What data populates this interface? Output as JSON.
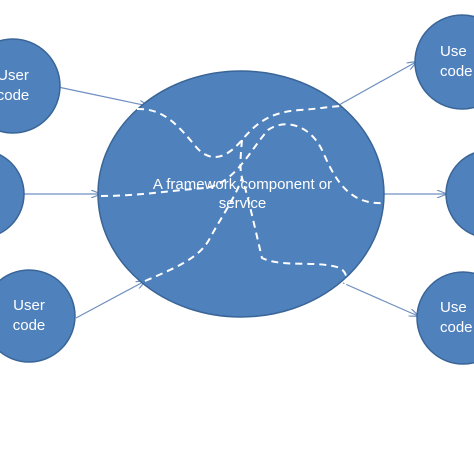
{
  "center": {
    "label": "A framework component or service"
  },
  "nodes": {
    "top_left": "User\ncode",
    "bottom_left": "User\ncode",
    "top_right": "Use\ncode",
    "bottom_right": "Use\ncode"
  },
  "colors": {
    "fill": "#4f81bd",
    "stroke": "#3a6597",
    "arrow": "#6f8fc0",
    "dashed": "#ffffff",
    "text": "#ffffff"
  }
}
